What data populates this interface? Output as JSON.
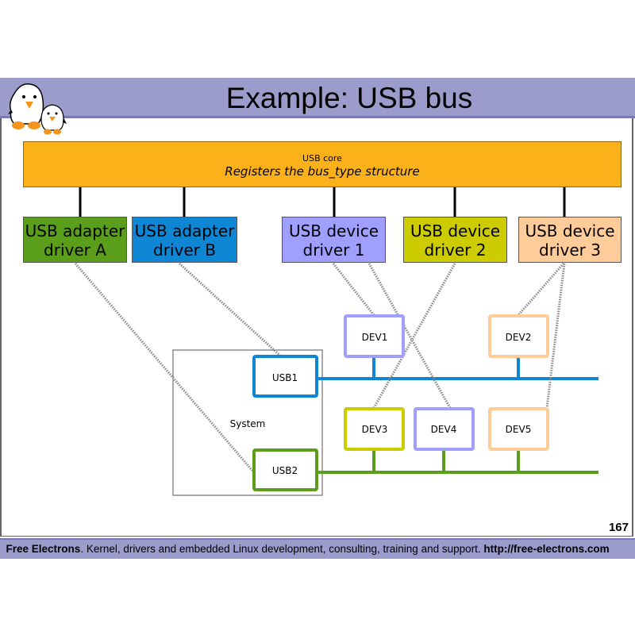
{
  "header": {
    "title": "Example: USB bus"
  },
  "page_number": "167",
  "footer": {
    "brand": "Free Electrons",
    "text": ". Kernel, drivers and embedded Linux development, consulting, training and support. ",
    "url": "http://free-electrons.com"
  },
  "diagram": {
    "core": {
      "label": "USB core",
      "sublabel": "Registers the bus_type structure",
      "color": "#fbb21a"
    },
    "drivers": [
      {
        "id": "adapter-a",
        "line1": "USB adapter",
        "line2": "driver A",
        "color": "#5a9e1c"
      },
      {
        "id": "adapter-b",
        "line1": "USB adapter",
        "line2": "driver B",
        "color": "#0e86d4"
      },
      {
        "id": "device-1",
        "line1": "USB device",
        "line2": "driver 1",
        "color": "#9f9fff"
      },
      {
        "id": "device-2",
        "line1": "USB device",
        "line2": "driver 2",
        "color": "#cccc00"
      },
      {
        "id": "device-3",
        "line1": "USB device",
        "line2": "driver 3",
        "color": "#ffcc99"
      }
    ],
    "system_label": "System",
    "controllers": [
      {
        "id": "usb1",
        "label": "USB1",
        "color": "#0e86d4"
      },
      {
        "id": "usb2",
        "label": "USB2",
        "color": "#5a9e1c"
      }
    ],
    "devices": [
      {
        "id": "dev1",
        "label": "DEV1",
        "color": "#9f9fff",
        "bus": "usb1"
      },
      {
        "id": "dev2",
        "label": "DEV2",
        "color": "#ffcc99",
        "bus": "usb1"
      },
      {
        "id": "dev3",
        "label": "DEV3",
        "color": "#cccc00",
        "bus": "usb2"
      },
      {
        "id": "dev4",
        "label": "DEV4",
        "color": "#9f9fff",
        "bus": "usb2"
      },
      {
        "id": "dev5",
        "label": "DEV5",
        "color": "#ffcc99",
        "bus": "usb2"
      }
    ]
  }
}
